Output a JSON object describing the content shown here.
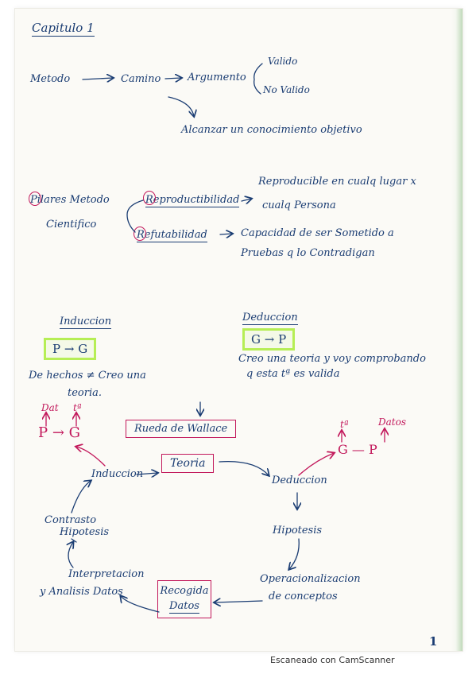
{
  "title": "Capitulo 1",
  "line1": {
    "metodo": "Metodo",
    "camino": "Camino",
    "argumento": "Argumento",
    "valido": "Valido",
    "no_valido": "No Valido",
    "alcanzar": "Alcanzar un conocimiento objetivo"
  },
  "pilares": {
    "label_1": "Pilares Metodo",
    "label_2": "Cientifico",
    "reproducibilidad": "Reproductibilidad",
    "reproducibilidad_desc_1": "Reproducible en cualq lugar x",
    "reproducibilidad_desc_2": "cualq Persona",
    "refutabilidad": "Refutabilidad",
    "refutabilidad_desc_1": "Capacidad de ser Sometido a",
    "refutabilidad_desc_2": "Pruebas q lo Contradigan"
  },
  "induccion": {
    "heading": "Induccion",
    "formula": "P → G",
    "desc_1": "De hechos ≠ Creo una",
    "desc_2": "teoria."
  },
  "deduccion": {
    "heading": "Deduccion",
    "formula": "G → P",
    "desc_1": "Creo una teoria y voy comprobando",
    "desc_2": "q esta tª es valida"
  },
  "rueda": {
    "title": "Rueda de Wallace",
    "teoria": "Teoria",
    "induccion": "Induccion",
    "deduccion": "Deduccion",
    "hipotesis": "Hipotesis",
    "operacionalizacion_1": "Operacionalizacion",
    "operacionalizacion_2": "de conceptos",
    "recogida_1": "Recogida",
    "recogida_2": "Datos",
    "interpretacion_1": "Interpretacion",
    "interpretacion_2": "y Analisis Datos",
    "contrasto_1": "Contrasto",
    "contrasto_2": "Hipotesis",
    "left_formula": "P → G",
    "left_label_dat": "Dat",
    "left_label_ta": "tª",
    "right_formula": "G — P",
    "right_label_ta": "tª",
    "right_label_datos": "Datos"
  },
  "page_number": "1",
  "footer": "Escaneado con CamScanner"
}
